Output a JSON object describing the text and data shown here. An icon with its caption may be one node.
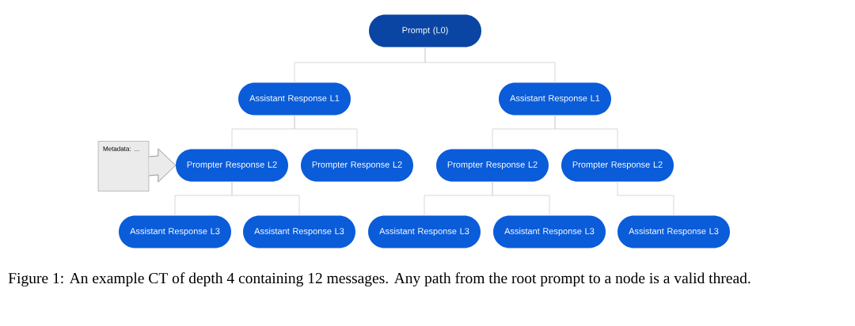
{
  "diagram": {
    "caption": "Figure 1: An example CT of depth 4 containing 12 messages. Any path from the root prompt to a node is a valid thread.",
    "nodes": [
      {
        "text": [
          "Prompt (L0)"
        ]
      },
      {
        "text": [
          "Assistant Response L1"
        ]
      },
      {
        "text": [
          "Assistant Response L1"
        ]
      },
      {
        "text": [
          "Prompter Response L2"
        ]
      },
      {
        "text": [
          "Prompter Response L2"
        ]
      },
      {
        "text": [
          "Prompter Response L2"
        ]
      },
      {
        "text": [
          "Prompter Response L2"
        ]
      },
      {
        "text": [
          "Assistant Response L3"
        ]
      },
      {
        "text": [
          "Assistant Response L3"
        ]
      },
      {
        "text": [
          "Assistant Response L3"
        ]
      },
      {
        "text": [
          "Assistant Response L3"
        ]
      },
      {
        "text": [
          "Assistant Response L3"
        ]
      },
      {
        "text": [
          "Metadata: ..."
        ]
      }
    ],
    "edges": [
      {
        "from": 0,
        "to": 1,
        "arrow": "none"
      },
      {
        "from": 0,
        "to": 2,
        "arrow": "none"
      },
      {
        "from": 1,
        "to": 3,
        "arrow": "none"
      },
      {
        "from": 1,
        "to": 4,
        "arrow": "none"
      },
      {
        "from": 2,
        "to": 5,
        "arrow": "none"
      },
      {
        "from": 2,
        "to": 6,
        "arrow": "none"
      },
      {
        "from": 3,
        "to": 7,
        "arrow": "none"
      },
      {
        "from": 3,
        "to": 8,
        "arrow": "none"
      },
      {
        "from": 5,
        "to": 9,
        "arrow": "none"
      },
      {
        "from": 5,
        "to": 10,
        "arrow": "none"
      },
      {
        "from": 6,
        "to": 11,
        "arrow": "none"
      },
      {
        "from": 12,
        "to": 3,
        "arrow": "to",
        "style": "thick",
        "color": "#808080"
      }
    ]
  }
}
